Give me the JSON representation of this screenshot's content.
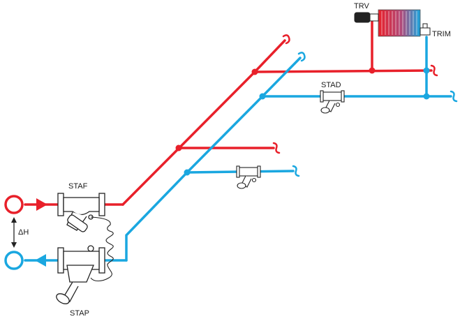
{
  "colors": {
    "supply": "#e8202a",
    "return": "#1aa7e0",
    "valve_stroke": "#222222"
  },
  "labels": {
    "trv": "TRV",
    "trim": "TRIM",
    "stad": "STAD",
    "staf": "STAF",
    "stap": "STAP",
    "delta_h": "ΔH"
  },
  "icons": {
    "supply_node": "supply-connection-circle",
    "return_node": "return-connection-circle",
    "radiator": "radiator-icon"
  }
}
